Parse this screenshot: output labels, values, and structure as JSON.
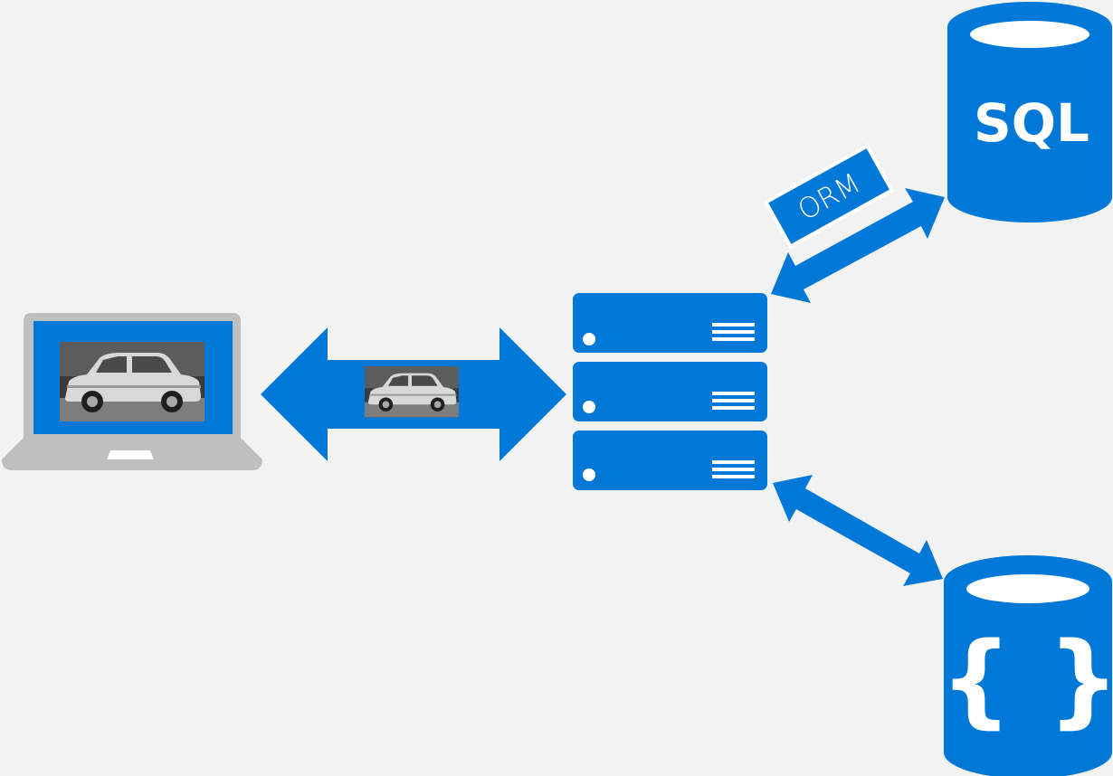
{
  "colors": {
    "background": "#f2f2f2",
    "accent": "#0078d7",
    "laptop_body": "#bfbfbf",
    "white": "#ffffff"
  },
  "icons": {
    "client": "laptop-icon",
    "server": "server-stack-icon",
    "relational_db": "sql-database-icon",
    "document_db": "document-database-icon",
    "image": "car-photo"
  },
  "relational_db": {
    "label": "SQL"
  },
  "orm": {
    "label": "ORM"
  },
  "document_db": {
    "label": "{ }"
  }
}
